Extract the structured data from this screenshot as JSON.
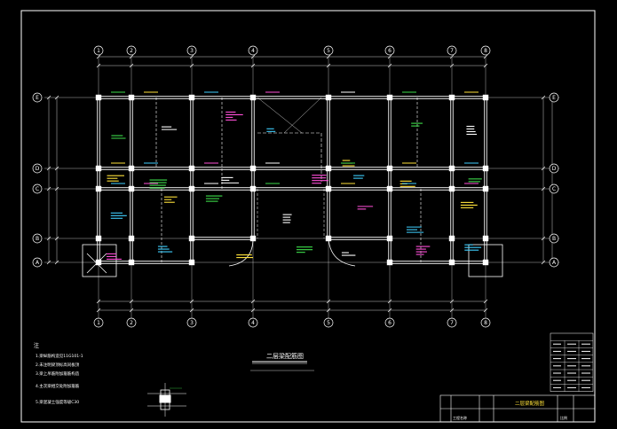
{
  "grid": {
    "columns": [
      "1",
      "2",
      "3",
      "4",
      "5",
      "6",
      "7",
      "8"
    ],
    "rows": [
      "A",
      "B",
      "C",
      "D",
      "E"
    ]
  },
  "colors": {
    "background": "#000000",
    "lines": "#ffffff",
    "green": "#3ddc4a",
    "yellow": "#ffe23a",
    "magenta": "#ff4fd8",
    "cyan": "#3fd0ff"
  },
  "drawing_title": "二层梁配筋图",
  "notes": {
    "heading": "注",
    "items": [
      "1.梁纵筋构造见11G101-1",
      "2.未注明梁顶标高同板顶",
      "3.梁上吊筋附加箍筋构造",
      "4.主次梁相交处附加箍筋",
      "5.梁混凝土强度等级C30"
    ]
  },
  "title_block": {
    "project": "工程名称",
    "drawing_name": "二层梁配筋图",
    "scale_label": "比例"
  }
}
